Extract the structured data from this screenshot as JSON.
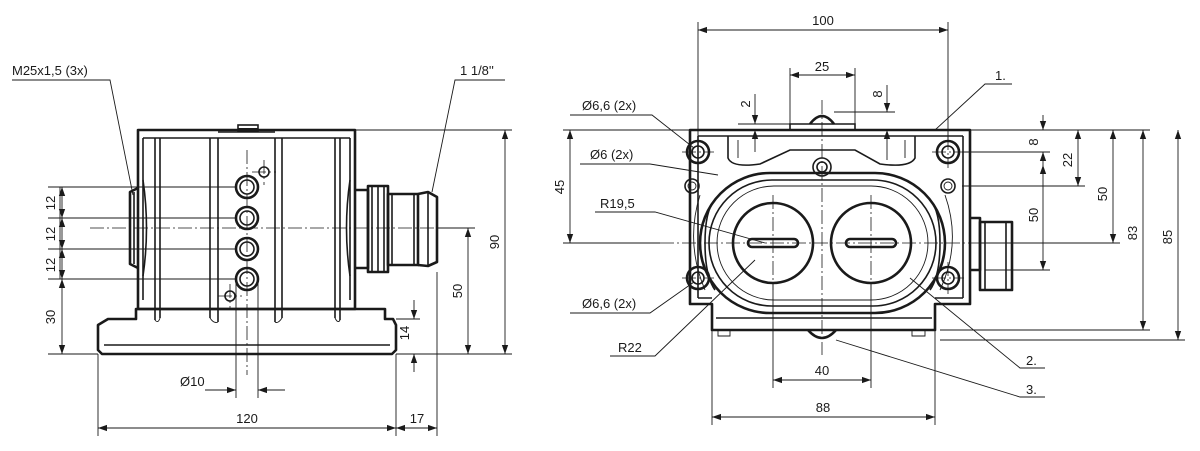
{
  "side_view": {
    "thread_label": "M25x1,5 (3x)",
    "conduit_label": "1 1/8''",
    "dim_hole_pitch": [
      "12",
      "12",
      "12"
    ],
    "dim_base_height": "30",
    "dim_height": "90",
    "dim_axis_height": "50",
    "dim_foot_thickness": "14",
    "dim_led_diameter": "Ø10",
    "dim_width": "120",
    "dim_foot_overhang": "17"
  },
  "front_view": {
    "dim_width_top": "100",
    "dim_button_span": "25",
    "dim_small_2": "2",
    "dim_small_8": "8",
    "hole_label_top": "Ø6,6  (2x)",
    "hole_label_mid": "Ø6  (2x)",
    "hole_label_bottom": "Ø6,6  (2x)",
    "dim_left_45": "45",
    "radius_inner": "R19,5",
    "radius_outer": "R22",
    "dim_right_8": "8",
    "dim_right_22": "22",
    "dim_right_50_inner": "50",
    "dim_right_50": "50",
    "dim_right_83": "83",
    "dim_right_85": "85",
    "dim_button_pitch": "40",
    "dim_bottom_width": "88",
    "callout_1": "1.",
    "callout_2": "2.",
    "callout_3": "3."
  }
}
